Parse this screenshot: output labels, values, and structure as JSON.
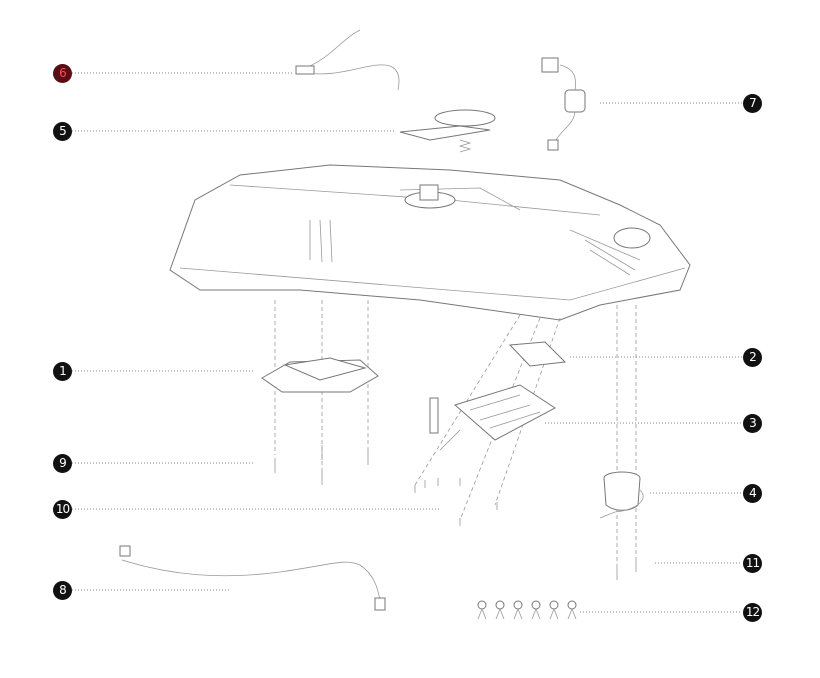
{
  "callouts": [
    {
      "id": "6",
      "label": "6",
      "highlight": true
    },
    {
      "id": "5",
      "label": "5"
    },
    {
      "id": "7",
      "label": "7"
    },
    {
      "id": "1",
      "label": "1"
    },
    {
      "id": "2",
      "label": "2"
    },
    {
      "id": "3",
      "label": "3"
    },
    {
      "id": "9",
      "label": "9"
    },
    {
      "id": "4",
      "label": "4"
    },
    {
      "id": "10",
      "label": "10"
    },
    {
      "id": "11",
      "label": "11"
    },
    {
      "id": "8",
      "label": "8"
    },
    {
      "id": "12",
      "label": "12"
    }
  ],
  "colors": {
    "callout": "#111111",
    "highlight_bg": "#5a0d14",
    "highlight_text": "#ff4a5a",
    "line": "#888888"
  }
}
